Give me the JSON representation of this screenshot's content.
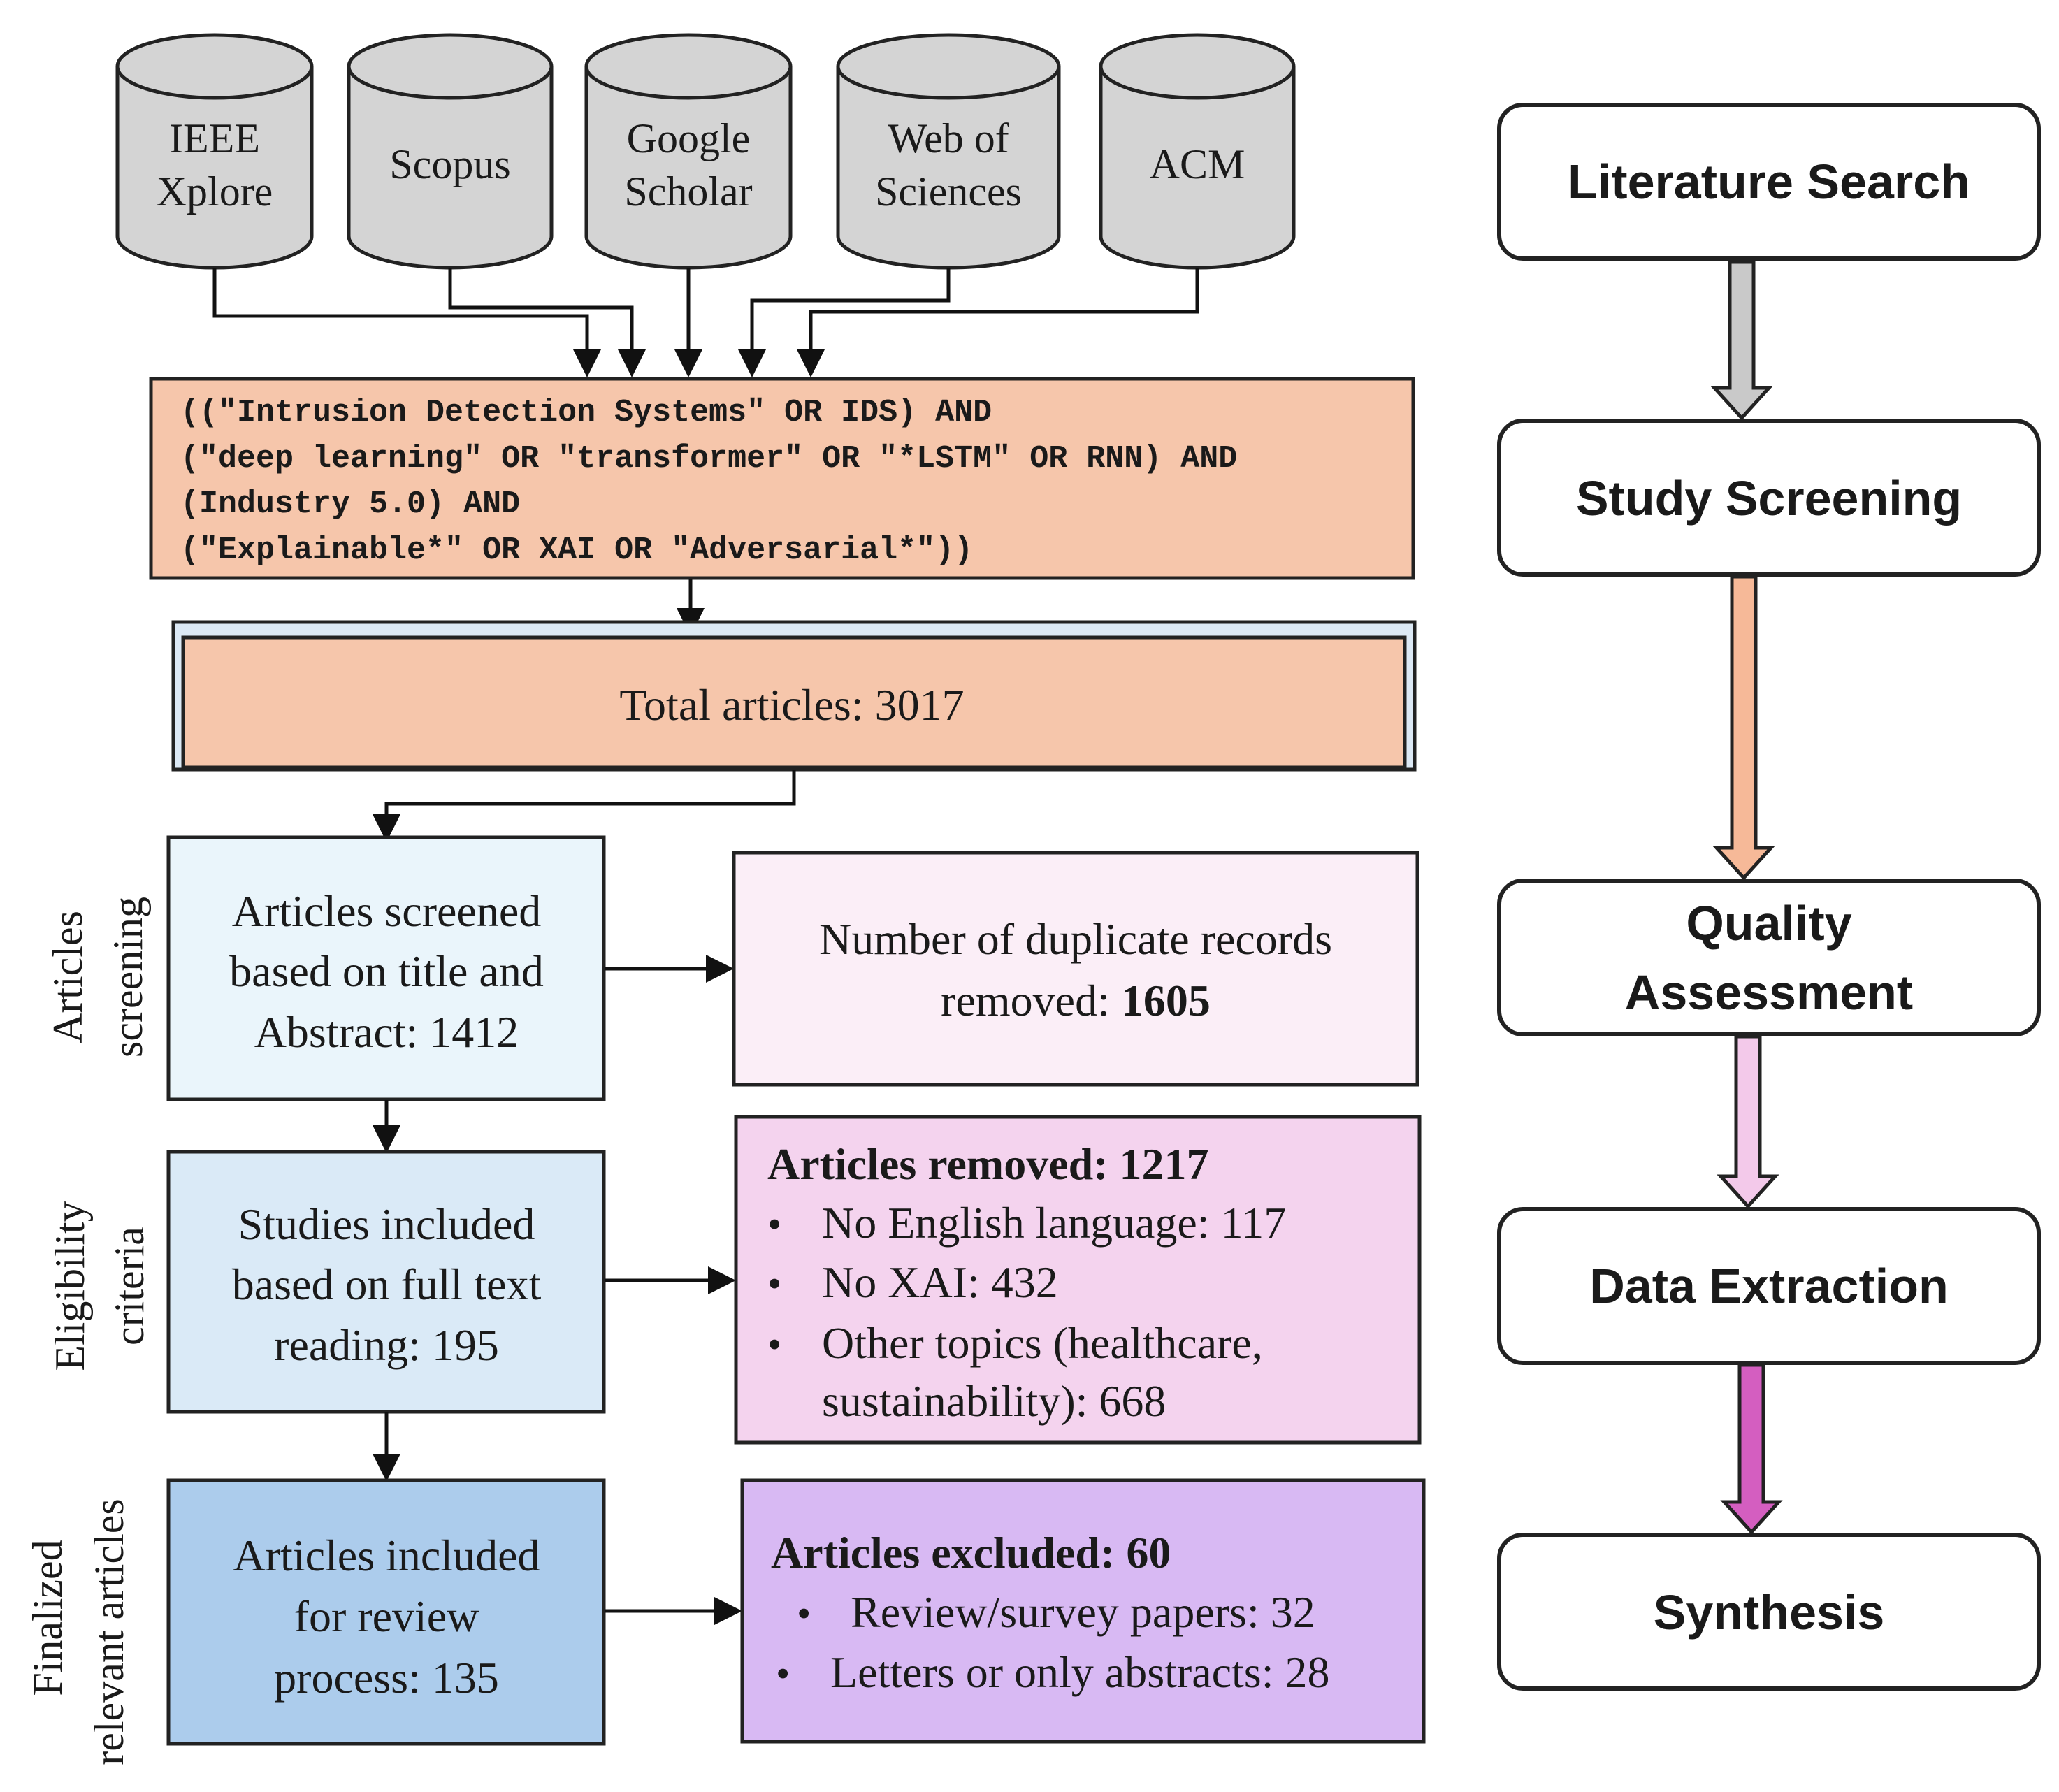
{
  "databases": [
    {
      "lines": [
        "IEEE",
        "Xplore"
      ]
    },
    {
      "lines": [
        "Scopus"
      ]
    },
    {
      "lines": [
        "Google",
        "Scholar"
      ]
    },
    {
      "lines": [
        "Web of",
        "Sciences"
      ]
    },
    {
      "lines": [
        "ACM"
      ]
    }
  ],
  "query": {
    "lines": [
      "((\"Intrusion Detection Systems\" OR IDS) AND",
      "(\"deep learning\" OR \"transformer\" OR \"*LSTM\" OR RNN) AND",
      "(Industry 5.0) AND",
      "(\"Explainable*\" OR XAI OR \"Adversarial*\"))"
    ]
  },
  "total": {
    "text": "Total articles: 3017"
  },
  "stage_labels": {
    "screening": [
      "Articles",
      "screening"
    ],
    "eligibility": [
      "Eligibility",
      "criteria"
    ],
    "finalized": [
      "Finalized",
      "relevant articles"
    ]
  },
  "screened": {
    "lines": [
      "Articles screened",
      "based on title and",
      "Abstract: 1412"
    ]
  },
  "duplicates": {
    "line1": "Number of duplicate records",
    "line2_prefix": "removed: ",
    "line2_value": "1605"
  },
  "fulltext": {
    "lines": [
      "Studies included",
      "based on full text",
      "reading: 195"
    ]
  },
  "removed": {
    "title": "Articles removed: 1217",
    "items": [
      "No English language: 117",
      "No XAI: 432",
      "Other topics (healthcare,",
      "sustainability):  668"
    ]
  },
  "included": {
    "lines": [
      "Articles included",
      "for review",
      "process: 135"
    ]
  },
  "excluded": {
    "title": "Articles excluded: 60",
    "items": [
      "Review/survey papers: 32",
      "Letters or only abstracts: 28"
    ]
  },
  "bullet": "•",
  "stages": [
    {
      "lines": [
        "Literature Search"
      ]
    },
    {
      "lines": [
        "Study Screening"
      ]
    },
    {
      "lines": [
        "Quality",
        "Assessment"
      ]
    },
    {
      "lines": [
        "Data Extraction"
      ]
    },
    {
      "lines": [
        "Synthesis"
      ]
    }
  ],
  "colors": {
    "database_fill": "#d4d4d4",
    "query_fill": "#f6c6ab",
    "total_fill": "#f6c6ab",
    "total_outer": "#dce9f5",
    "screened_fill": "#eaf5fb",
    "duplicates_fill": "#fbeef7",
    "fulltext_fill": "#daeaf7",
    "removed_fill": "#f4d3ee",
    "included_fill": "#acccec",
    "excluded_fill": "#d8b9f3",
    "arrow_gray": "#c9c9c9",
    "arrow_peach": "#f6b998",
    "arrow_pink": "#f3c9ea",
    "arrow_magenta": "#d45ec0"
  }
}
